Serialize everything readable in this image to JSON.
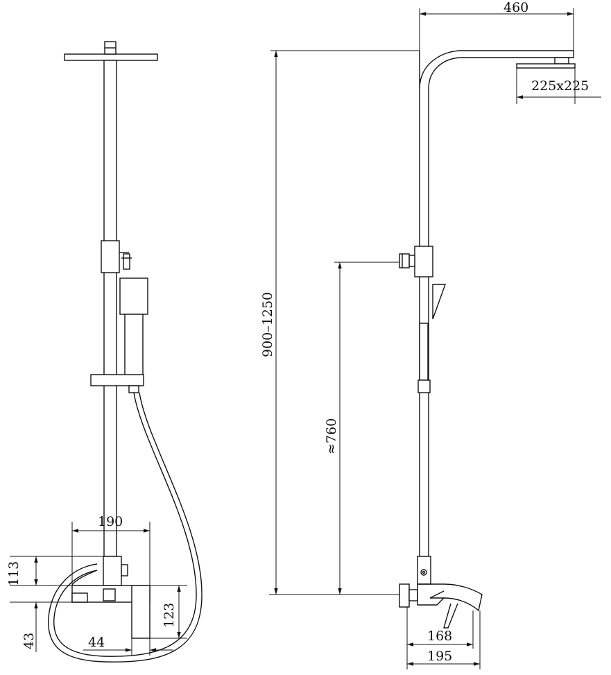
{
  "drawing": {
    "dimensions": {
      "head_reach": "460",
      "head_size": "225x225",
      "total_height": "900–1250",
      "holder_height": "≈760",
      "spout_reach_front": "190",
      "mixer_height": "113",
      "mixer_lower": "43",
      "spout_height": "123",
      "spout_thickness": "44",
      "mixer_depth": "168",
      "spout_reach_side": "195"
    }
  }
}
